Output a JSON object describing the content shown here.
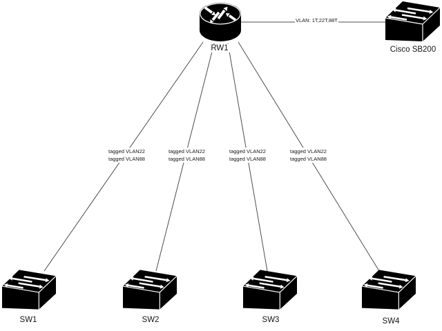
{
  "diagram": {
    "type": "network-topology",
    "colors": {
      "background": "#ffffff",
      "device_fill": "#000000",
      "device_detail": "#ffffff",
      "wire": "#4d4d4d",
      "text": "#161616"
    },
    "router": {
      "label": "RW1"
    },
    "core_switch": {
      "label": "Cisco SB200"
    },
    "uplink": {
      "label": "VLAN: 1T,22T,88T"
    },
    "access_links": [
      {
        "tags": [
          "tagged VLAN22",
          "tagged VLAN88"
        ]
      },
      {
        "tags": [
          "tagged VLAN22",
          "tagged VLAN88"
        ]
      },
      {
        "tags": [
          "tagged VLAN22",
          "tagged VLAN88"
        ]
      },
      {
        "tags": [
          "tagged VLAN22",
          "tagged VLAN88"
        ]
      }
    ],
    "access_switches": [
      {
        "label": "SW1"
      },
      {
        "label": "SW2"
      },
      {
        "label": "SW3"
      },
      {
        "label": "SW4"
      }
    ]
  }
}
